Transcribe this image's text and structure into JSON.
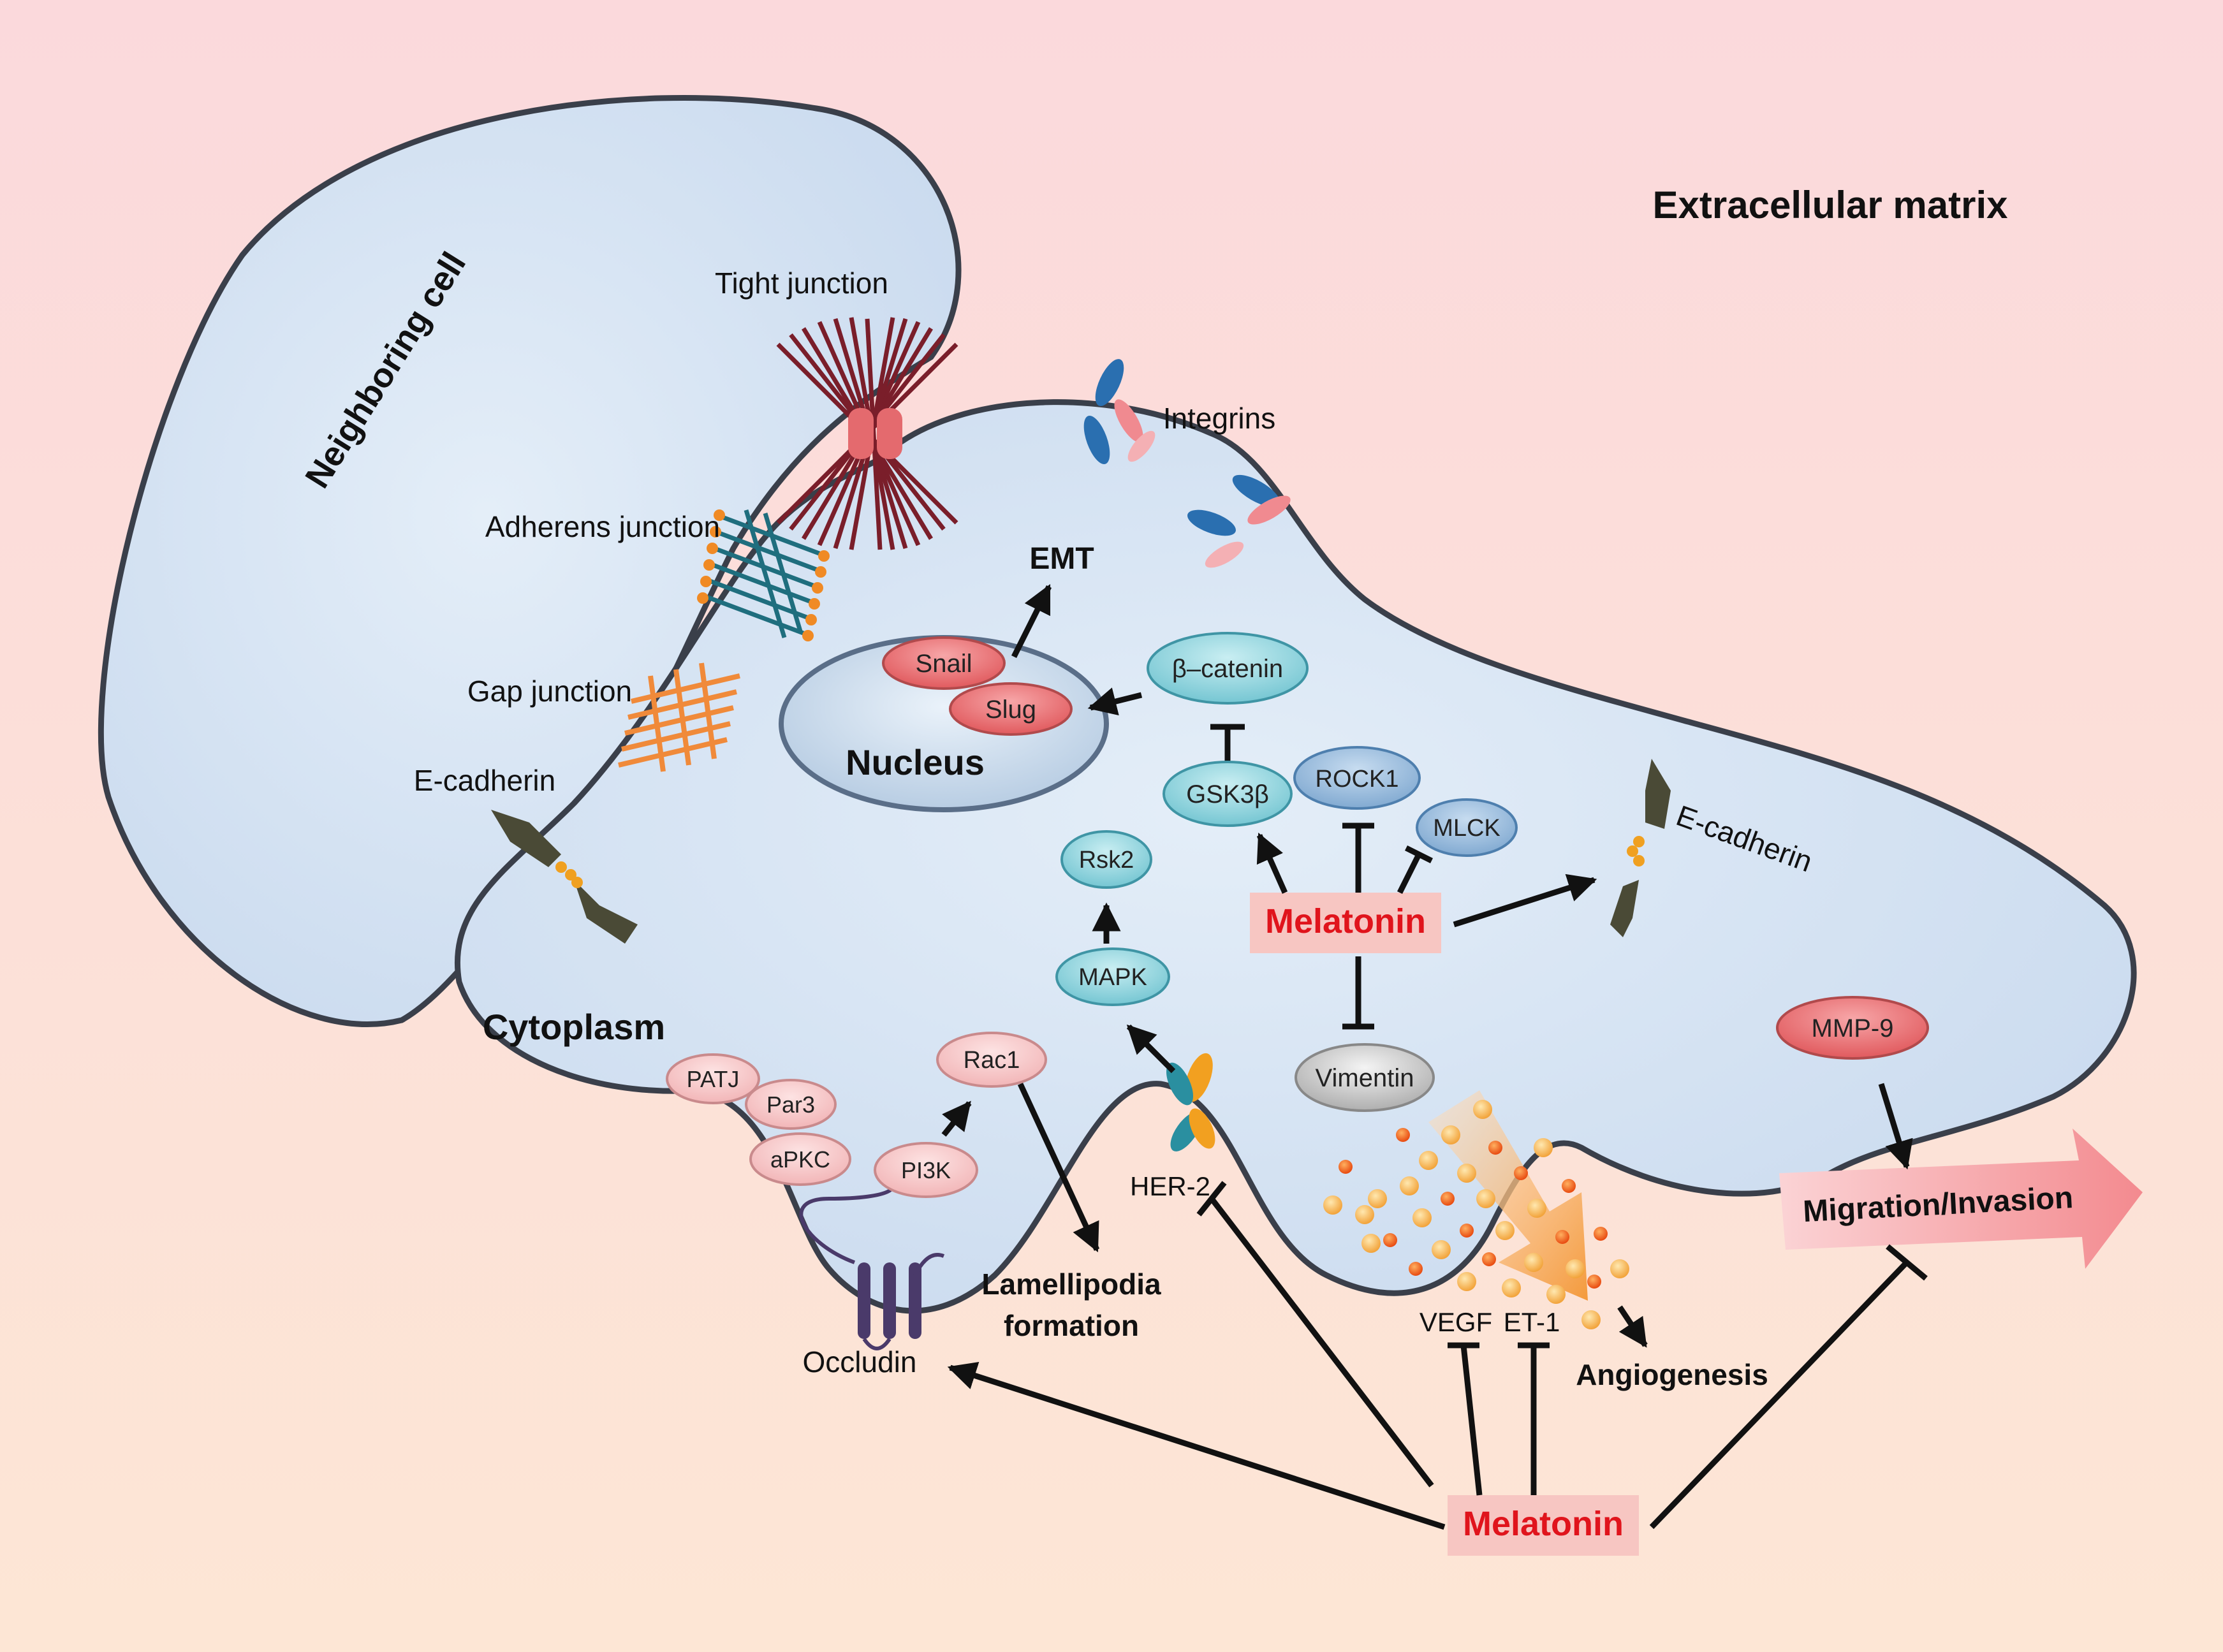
{
  "labels": {
    "extracellular_matrix": "Extracellular matrix",
    "neighboring_cell": "Neighboring cell",
    "tight_junction": "Tight junction",
    "adherens_junction": "Adherens junction",
    "gap_junction": "Gap junction",
    "e_cadherin_left": "E-cadherin",
    "e_cadherin_right": "E-cadherin",
    "integrins": "Integrins",
    "cytoplasm": "Cytoplasm",
    "nucleus": "Nucleus",
    "emt": "EMT",
    "occludin": "Occludin",
    "lamellipodia_1": "Lamellipodia",
    "lamellipodia_2": "formation",
    "her2": "HER-2",
    "vegf": "VEGF",
    "et1": "ET-1",
    "angiogenesis": "Angiogenesis",
    "migration_invasion": "Migration/Invasion"
  },
  "nodes": {
    "snail": "Snail",
    "slug": "Slug",
    "beta_catenin": "β–catenin",
    "gsk3b": "GSK3β",
    "rock1": "ROCK1",
    "mlck": "MLCK",
    "rsk2": "Rsk2",
    "mapk": "MAPK",
    "rac1": "Rac1",
    "patj": "PATJ",
    "par3": "Par3",
    "apkc": "aPKC",
    "pi3k": "PI3K",
    "vimentin": "Vimentin",
    "mmp9": "MMP-9",
    "melatonin_cell": "Melatonin",
    "melatonin_bottom": "Melatonin"
  },
  "colors": {
    "background_top": "#fbd9dc",
    "background_bottom": "#fde6d5",
    "cell_fill": "#d7e6f5",
    "cell_stroke": "#3a3f4a",
    "teal_node": "#8fd3dd",
    "pink_node": "#f6c6c6",
    "red_node": "#e8666a",
    "blue_node": "#8eb4d8",
    "grey_node": "#c9c9c9",
    "melatonin_text": "#e0141c",
    "melatonin_box": "#f7c6c2",
    "arrow_migration": "#f6a3a6",
    "arrow_angiogenesis": "#f6a860"
  }
}
